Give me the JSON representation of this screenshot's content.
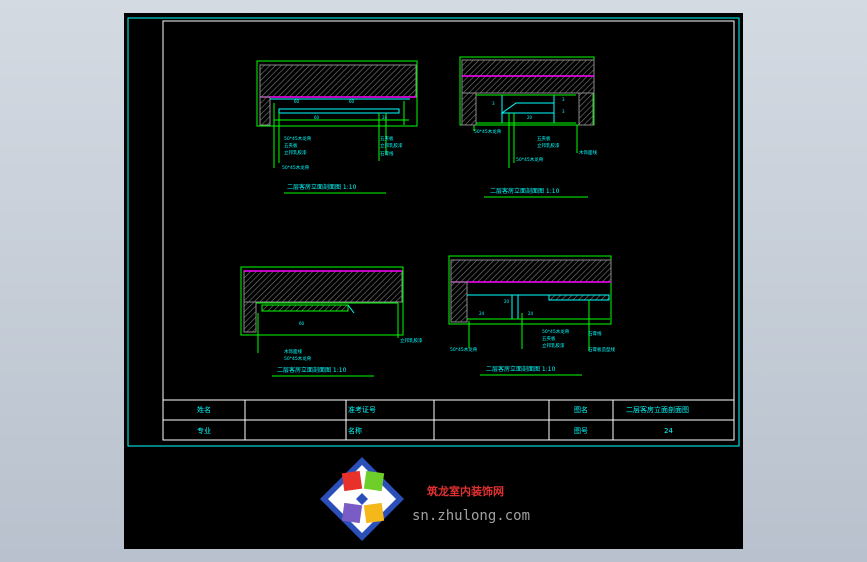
{
  "drawing": {
    "view_titles": [
      "二层客房立面剖面图 1:10",
      "二层客房立面剖面图 1:10",
      "二层客房立面剖面图 1:10",
      "二层客房立面剖面图 1:10"
    ],
    "dims": [
      "60",
      "60",
      "60",
      "60",
      "24",
      "3",
      "3",
      "3",
      "20",
      "20",
      "20",
      "24",
      "24"
    ],
    "annotations": {
      "v1": [
        "50*45木龙骨",
        "五夹板",
        "立邦乳胶漆",
        "50*45木龙骨",
        "五夹板",
        "立邦乳胶漆",
        "石膏线"
      ],
      "v2": [
        "50*45木龙骨",
        "五夹板",
        "立邦乳胶漆",
        "50*45木龙骨",
        "木饰面线"
      ],
      "v3": [
        "木饰面线",
        "50*45木龙骨",
        "立邦乳胶漆"
      ],
      "v4": [
        "50*45木龙骨",
        "五夹板",
        "立邦乳胶漆",
        "50*45木龙骨",
        "石膏线",
        "石膏板造型线"
      ]
    }
  },
  "title_block": {
    "row1": {
      "label_a": "姓名",
      "value_a": "",
      "label_b": "准考证号",
      "value_b": "",
      "label_c": "图名",
      "value_c": "二层客房立面剖面图"
    },
    "row2": {
      "label_a": "专业",
      "value_a": "",
      "label_b": "名称",
      "value_b": "",
      "label_c": "图号",
      "value_c": "24"
    }
  },
  "watermark": {
    "cn_text": "筑龙室内装饰网",
    "url": "sn.zhulong.com"
  },
  "colors": {
    "green": "#00ff00",
    "cyan": "#00ffff",
    "magenta": "#ff00ff",
    "white": "#ffffff",
    "grey": "#8a8a8a"
  }
}
